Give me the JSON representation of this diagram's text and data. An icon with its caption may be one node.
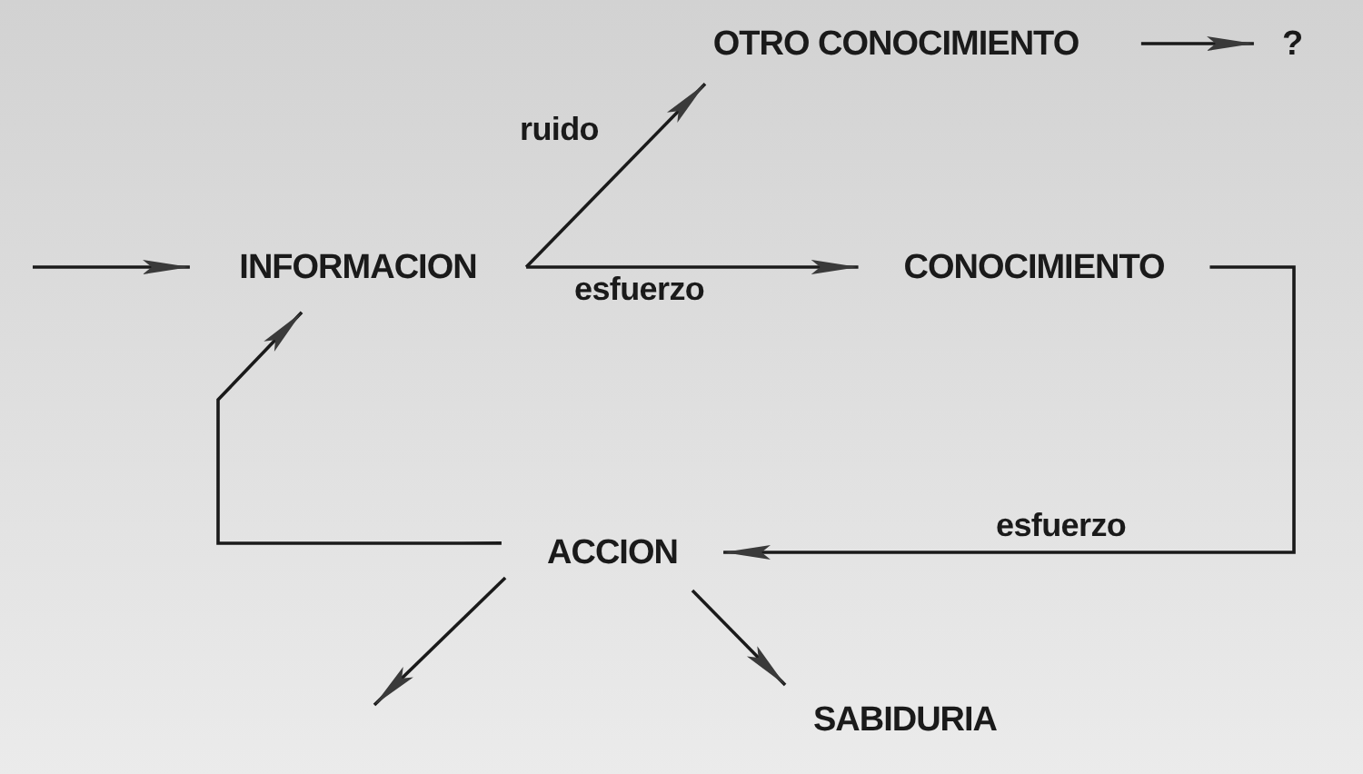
{
  "diagram": {
    "nodes": [
      {
        "text": [
          "INFORMACION"
        ]
      },
      {
        "text": [
          "OTRO CONOCIMIENTO"
        ]
      },
      {
        "text": [
          "?"
        ]
      },
      {
        "text": [
          "CONOCIMIENTO"
        ]
      },
      {
        "text": [
          "ACCION"
        ]
      },
      {
        "text": [
          "SABIDURIA"
        ]
      }
    ],
    "edges": [
      {
        "from": null,
        "to": 0,
        "arrow": "to"
      },
      {
        "from": 0,
        "to": 1,
        "arrow": "to",
        "label": "ruido"
      },
      {
        "from": 1,
        "to": 2,
        "arrow": "to"
      },
      {
        "from": 0,
        "to": 3,
        "arrow": "to",
        "label": "esfuerzo"
      },
      {
        "from": 3,
        "to": 4,
        "arrow": "to",
        "label": "esfuerzo"
      },
      {
        "from": 4,
        "to": 0,
        "arrow": "to"
      },
      {
        "from": 4,
        "to": null,
        "arrow": "to"
      },
      {
        "from": 4,
        "to": 5,
        "arrow": "to"
      }
    ]
  }
}
